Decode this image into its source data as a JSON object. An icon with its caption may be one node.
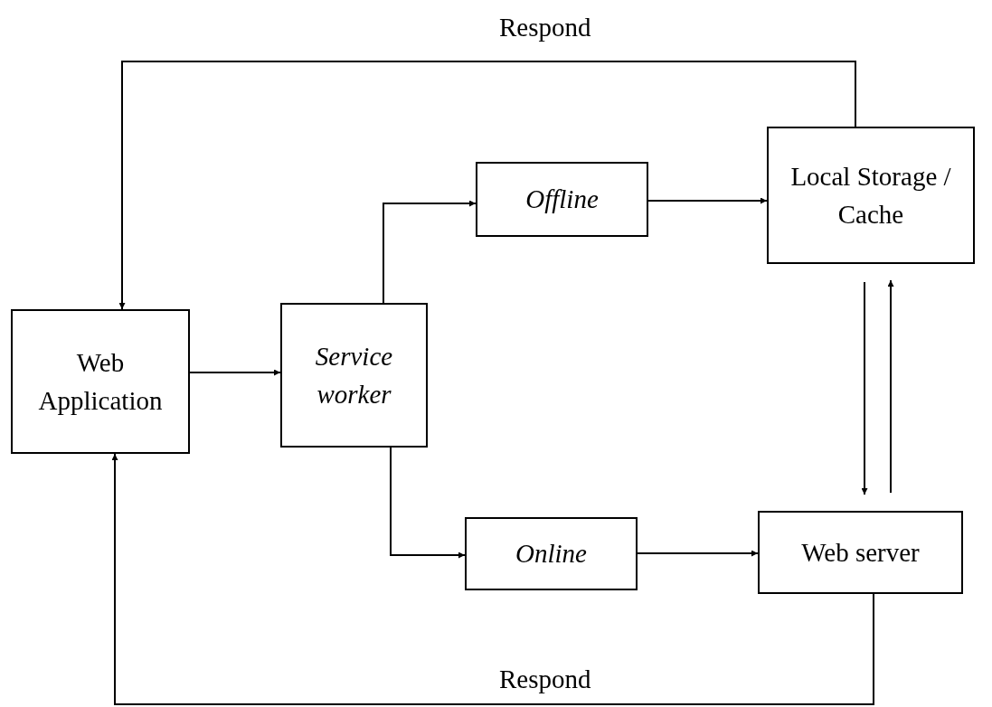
{
  "diagram": {
    "nodes": [
      {
        "text": [
          "Web Application"
        ]
      },
      {
        "text": [
          "Service worker"
        ]
      },
      {
        "text": [
          "Offline"
        ]
      },
      {
        "text": [
          "Local Storage / Cache"
        ]
      },
      {
        "text": [
          "Online"
        ]
      },
      {
        "text": [
          "Web server"
        ]
      }
    ],
    "edges": [
      {
        "from": 0,
        "to": 1,
        "arrow": "to"
      },
      {
        "from": 1,
        "to": 2,
        "arrow": "to"
      },
      {
        "from": 2,
        "to": 3,
        "arrow": "to"
      },
      {
        "from": 3,
        "to": 0,
        "arrow": "to",
        "label": "Respond"
      },
      {
        "from": 1,
        "to": 4,
        "arrow": "to"
      },
      {
        "from": 4,
        "to": 5,
        "arrow": "to"
      },
      {
        "from": 3,
        "to": 5,
        "arrow": "to"
      },
      {
        "from": 5,
        "to": 3,
        "arrow": "to"
      },
      {
        "from": 5,
        "to": 0,
        "arrow": "to",
        "label": "Respond"
      }
    ]
  }
}
